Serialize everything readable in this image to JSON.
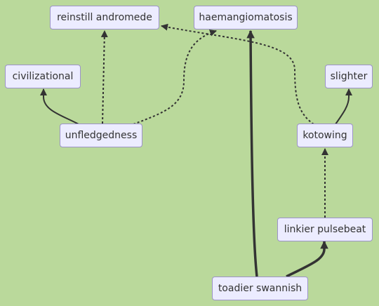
{
  "nodes": {
    "reinstill_andromede": "reinstill andromede",
    "haemangiomatosis": "haemangiomatosis",
    "civilizational": "civilizational",
    "slighter": "slighter",
    "unfledgedness": "unfledgedness",
    "kotowing": "kotowing",
    "linkier_pulsebeat": "linkier pulsebeat",
    "toadier_swannish": "toadier swannish"
  },
  "edges": [
    {
      "from": "unfledgedness",
      "to": "civilizational",
      "style": "solid"
    },
    {
      "from": "unfledgedness",
      "to": "reinstill andromede",
      "style": "dotted"
    },
    {
      "from": "unfledgedness",
      "to": "haemangiomatosis",
      "style": "dotted"
    },
    {
      "from": "kotowing",
      "to": "reinstill andromede",
      "style": "dotted"
    },
    {
      "from": "kotowing",
      "to": "slighter",
      "style": "solid"
    },
    {
      "from": "linkier pulsebeat",
      "to": "kotowing",
      "style": "dotted"
    },
    {
      "from": "toadier swannish",
      "to": "linkier pulsebeat",
      "style": "thick"
    },
    {
      "from": "toadier swannish",
      "to": "haemangiomatosis",
      "style": "thick"
    }
  ],
  "colors": {
    "background": "#bad99b",
    "node_fill": "#ececff",
    "node_border": "#9c93c8",
    "edge": "#333333"
  }
}
